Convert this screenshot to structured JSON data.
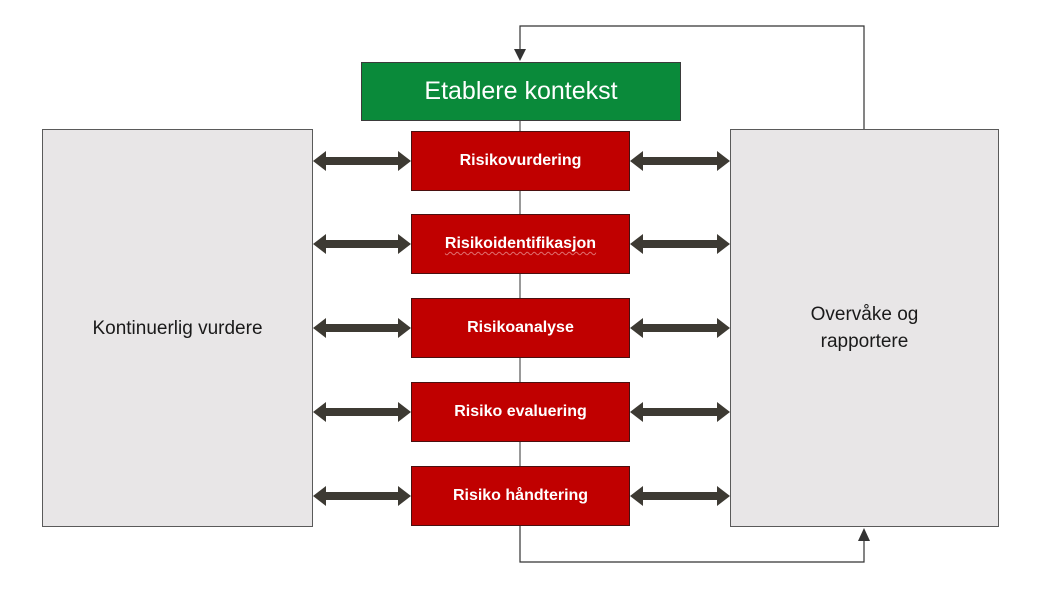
{
  "diagram": {
    "context": {
      "label": "Etablere kontekst",
      "color": "#0a8a3a"
    },
    "left_box": {
      "label": "Kontinuerlig vurdere"
    },
    "right_box": {
      "label": "Overvåke og rapportere"
    },
    "steps": [
      {
        "label": "Risikovurdering"
      },
      {
        "label": "Risikoidentifikasjon"
      },
      {
        "label": "Risikoanalyse"
      },
      {
        "label": "Risiko evaluering"
      },
      {
        "label": "Risiko håndtering"
      }
    ],
    "step_color": "#c00000",
    "side_box_color": "#e8e6e7",
    "arrow_color": "#3d3a33"
  }
}
